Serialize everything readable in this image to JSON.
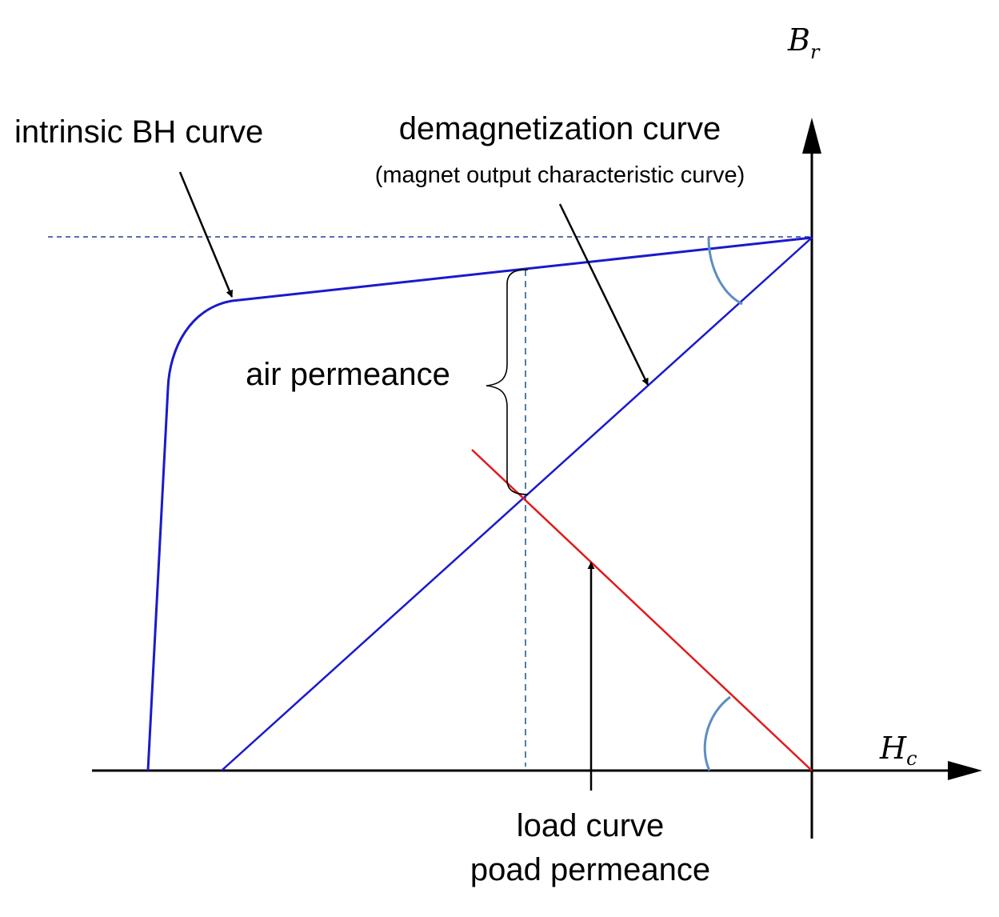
{
  "axes": {
    "y_label_main": "B",
    "y_label_sub": "r",
    "x_label_main": "H",
    "x_label_sub": "c"
  },
  "labels": {
    "intrinsic": "intrinsic BH curve",
    "demag_title": "demagnetization curve",
    "demag_subtitle": "(magnet output characteristic curve)",
    "air_permeance": "air permeance",
    "load_line1": "load curve",
    "load_line2": "poad permeance"
  },
  "colors": {
    "axis": "#000000",
    "curve_blue": "#1a1acc",
    "load_red": "#e01b1b",
    "dashed_blue": "#2a3a9a",
    "dashed_teal": "#4f7fa0",
    "angle_arc": "#5b8ec2"
  }
}
